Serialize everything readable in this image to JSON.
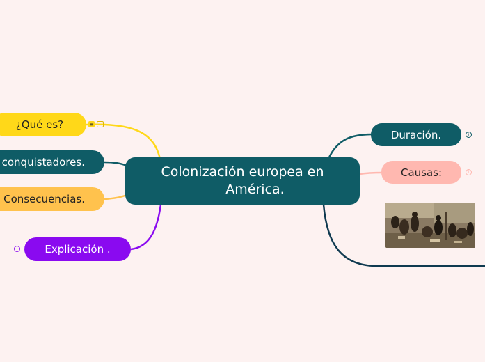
{
  "central": {
    "line1": "Colonización europea en",
    "line2": "América."
  },
  "nodes": {
    "que_es": "¿Qué es?",
    "conquistadores": "conquistadores.",
    "consecuencias": "Consecuencias.",
    "explicacion": "Explicación .",
    "duracion": "Duración.",
    "causas": "Causas:"
  },
  "icons": {
    "info": "info-icon",
    "note": "note-icon",
    "attachment": "attachment-icon"
  },
  "colors": {
    "background": "#fdf2f1",
    "central": "#0f5c66",
    "que_es": "#ffd819",
    "consecuencias": "#ffc24d",
    "explicacion": "#8a0af0",
    "causas": "#ffb8b0"
  }
}
